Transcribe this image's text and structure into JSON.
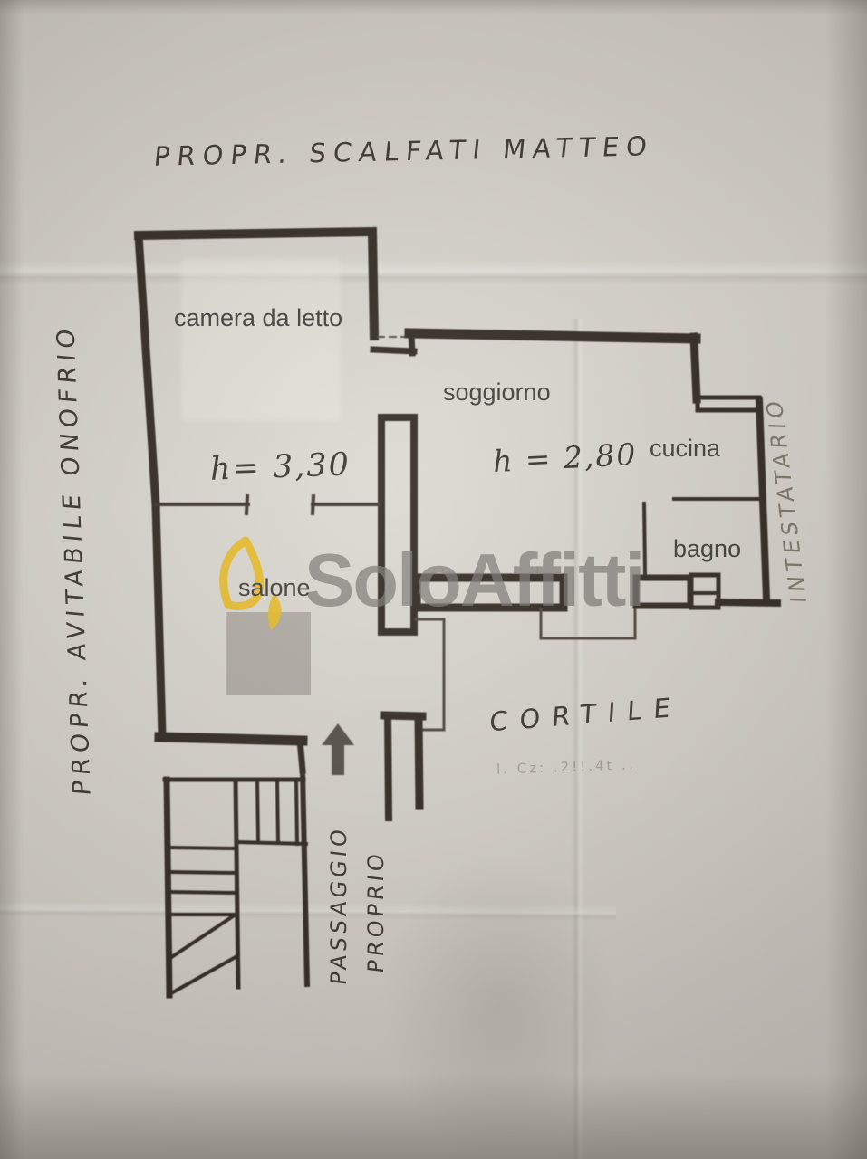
{
  "plan": {
    "top_annotation": "PROPR. SCALFATI MATTEO",
    "left_annotation": "PROPR. AVITABILE ONOFRIO",
    "right_annotation": "INTESTATARIO",
    "cortile_label": "CORTILE",
    "cortile_faint_note": "l. Cz: .2!!.4t ..",
    "passaggio_line1": "PASSAGGIO",
    "passaggio_line2": "PROPRIO",
    "heights": {
      "camera": "h= 3,30",
      "soggiorno": "h = 2,80"
    },
    "rooms": {
      "camera": "camera da letto",
      "soggiorno": "soggiorno",
      "cucina": "cucina",
      "bagno": "bagno",
      "salone": "salone"
    }
  },
  "watermark": {
    "text": "SoloAffitti",
    "text_color": "#787570",
    "flame_color": "#e9ba1c"
  },
  "colors": {
    "paper": "#d8d4cd",
    "ink": "#2d261f",
    "pencil": "#6e6758"
  }
}
